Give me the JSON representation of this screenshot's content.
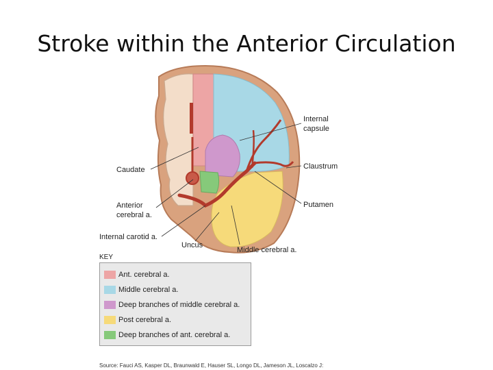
{
  "title": "Stroke within the Anterior Circulation",
  "labels": {
    "internal_capsule": [
      "Internal",
      "capsule"
    ],
    "claustrum": "Claustrum",
    "putamen": "Putamen",
    "caudate": "Caudate",
    "anterior_cerebral": [
      "Anterior",
      "cerebral a."
    ],
    "internal_carotid": "Internal carotid a.",
    "uncus": "Uncus",
    "middle_cerebral": "Middle cerebral a."
  },
  "key": {
    "title": "KEY",
    "items": [
      {
        "label": "Ant. cerebral a.",
        "color": "#eda5a5"
      },
      {
        "label": "Middle cerebral a.",
        "color": "#a8d8e6"
      },
      {
        "label": "Deep branches of middle cerebral a.",
        "color": "#cf98cc"
      },
      {
        "label": "Post cerebral a.",
        "color": "#f6da7a"
      },
      {
        "label": "Deep branches of ant. cerebral a.",
        "color": "#86c97a"
      }
    ]
  },
  "source": "Source: Fauci AS, Kasper DL, Braunwald E, Hauser SL, Longo DL, Jameson JL, Loscalzo J:",
  "colors": {
    "cortex": "#d9a27e",
    "vessel": "#b23a2c",
    "tissue": "#f3ddc9"
  }
}
